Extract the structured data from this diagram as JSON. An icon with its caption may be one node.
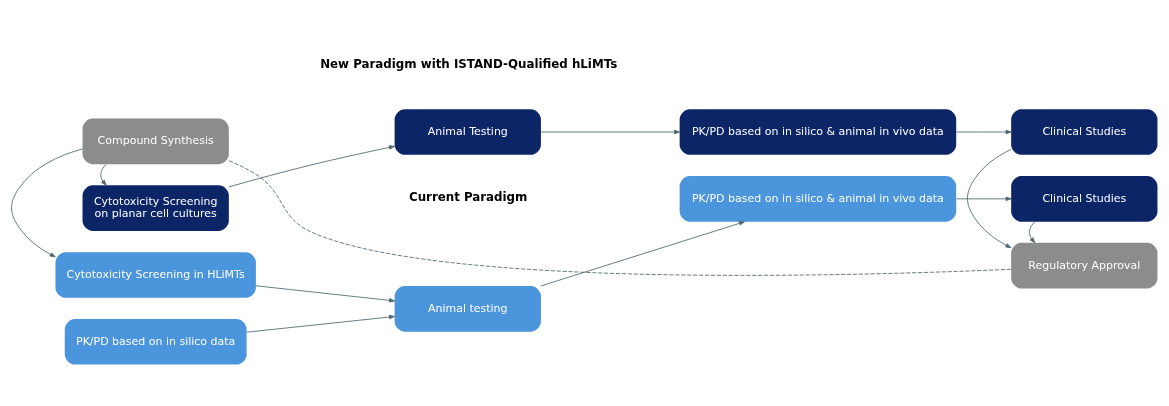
{
  "diagram": {
    "nodes": [
      {
        "text": [
          "Cytotoxicity Screening",
          "on planar cell cultures"
        ]
      },
      {
        "text": [
          "Animal Testing"
        ]
      },
      {
        "text": [
          "PK/PD based on in silico & animal in vivo data"
        ]
      },
      {
        "text": [
          "Clinical Studies"
        ]
      },
      {
        "text": [
          "Compound Synthesis"
        ]
      },
      {
        "text": [
          "Regulatory Approval"
        ]
      },
      {
        "text": [
          "Cytotoxicity Screening in HLiMTs"
        ]
      },
      {
        "text": [
          "PK/PD based on in silico data"
        ]
      },
      {
        "text": [
          "Animal testing"
        ]
      },
      {
        "text": [
          "PK/PD based on in silico & animal in vivo data"
        ]
      },
      {
        "text": [
          "Clinical Studies"
        ]
      }
    ],
    "edges": [
      {
        "from": 4,
        "to": 0,
        "arrow": "to"
      },
      {
        "from": 0,
        "to": 1,
        "arrow": "to"
      },
      {
        "from": 1,
        "to": 2,
        "arrow": "to"
      },
      {
        "from": 2,
        "to": 3,
        "arrow": "to"
      },
      {
        "from": 3,
        "to": 5,
        "arrow": "to"
      },
      {
        "from": 4,
        "to": 5,
        "arrow": "none",
        "style": "dashed"
      },
      {
        "from": 4,
        "to": 6,
        "arrow": "to"
      },
      {
        "from": 6,
        "to": 8,
        "arrow": "to"
      },
      {
        "from": 7,
        "to": 8,
        "arrow": "to"
      },
      {
        "from": 8,
        "to": 9,
        "arrow": "to"
      },
      {
        "from": 9,
        "to": 10,
        "arrow": "to"
      },
      {
        "from": 10,
        "to": 5,
        "arrow": "to"
      }
    ],
    "labels": [
      "Current Paradigm",
      "New Paradigm with ISTAND-Qualified hLiMTs"
    ]
  }
}
